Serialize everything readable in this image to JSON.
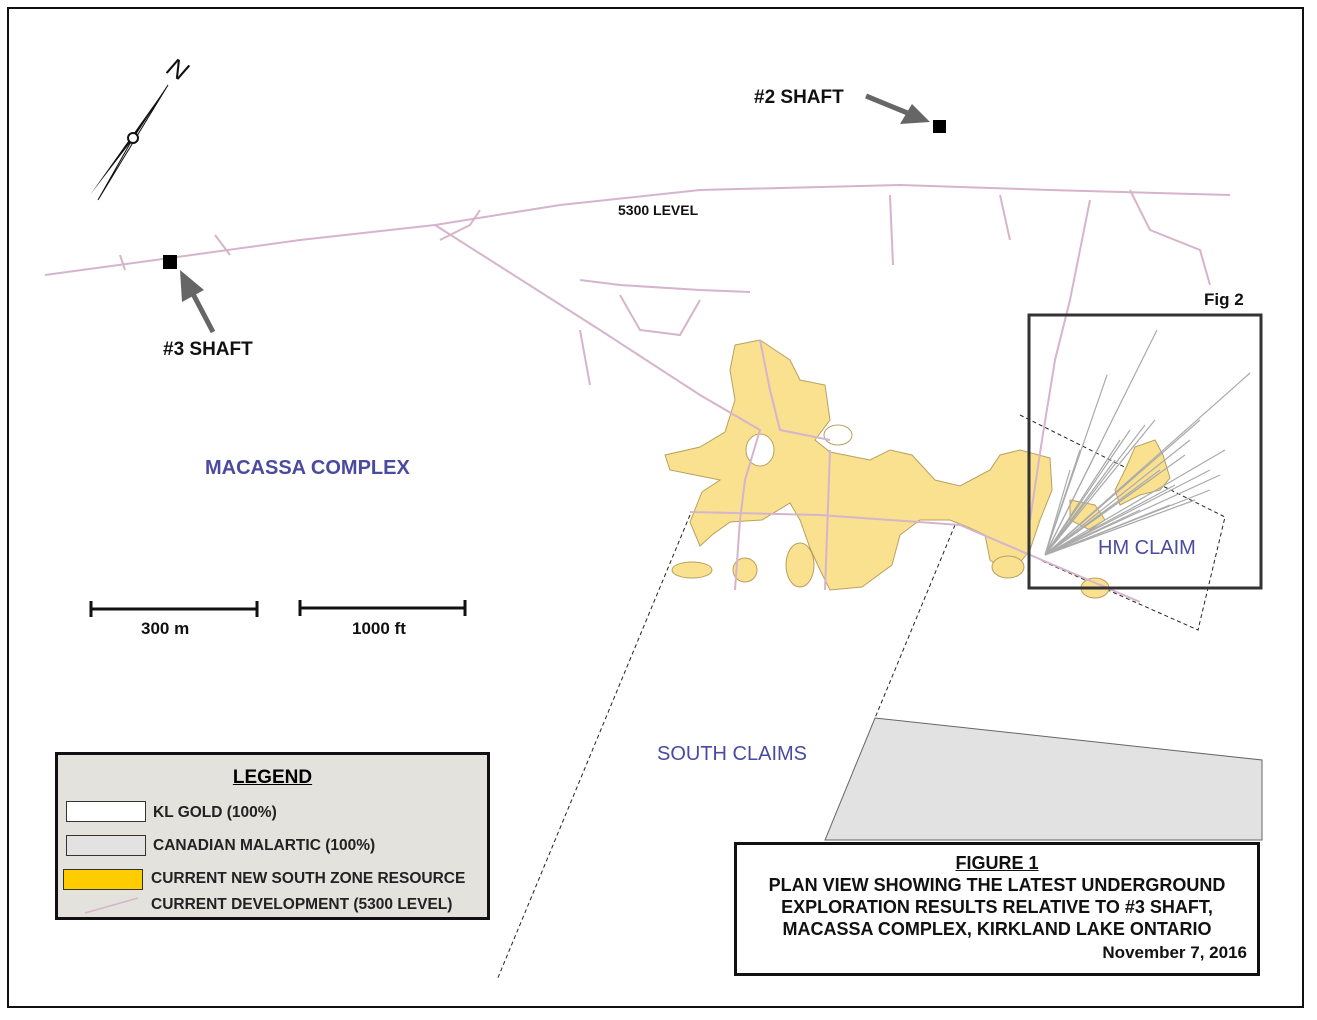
{
  "map": {
    "north_label": "N",
    "shafts": [
      {
        "label": "#2 SHAFT"
      },
      {
        "label": "#3 SHAFT"
      }
    ],
    "level_label": "5300 LEVEL",
    "region_labels": {
      "macassa": "MACASSA COMPLEX",
      "south_claims": "SOUTH CLAIMS",
      "hm_claim": "HM CLAIM"
    },
    "inset_label": "Fig 2",
    "scale_bars": [
      {
        "label": "300 m"
      },
      {
        "label": "1000 ft"
      }
    ]
  },
  "legend": {
    "title": "LEGEND",
    "items": [
      {
        "label": "KL GOLD (100%)",
        "color": "#ffffff"
      },
      {
        "label": "CANADIAN MALARTIC (100%)",
        "color": "#e2e2e2"
      },
      {
        "label": "CURRENT NEW SOUTH ZONE RESOURCE",
        "color": "#ffcc00"
      },
      {
        "label": "CURRENT DEVELOPMENT (5300 LEVEL)",
        "color": "#d6b4cc"
      }
    ]
  },
  "title_block": {
    "figure": "FIGURE 1",
    "lines": [
      "PLAN VIEW SHOWING THE LATEST UNDERGROUND",
      "EXPLORATION RESULTS RELATIVE TO #3 SHAFT,",
      "MACASSA COMPLEX, KIRKLAND LAKE ONTARIO"
    ],
    "date": "November 7, 2016"
  },
  "colors": {
    "resource": "#f9e190",
    "development": "#d6b4cc",
    "malartic": "#e2e2e2",
    "drillholes": "#aaaaaa",
    "label_blue": "#4a4aa0"
  }
}
